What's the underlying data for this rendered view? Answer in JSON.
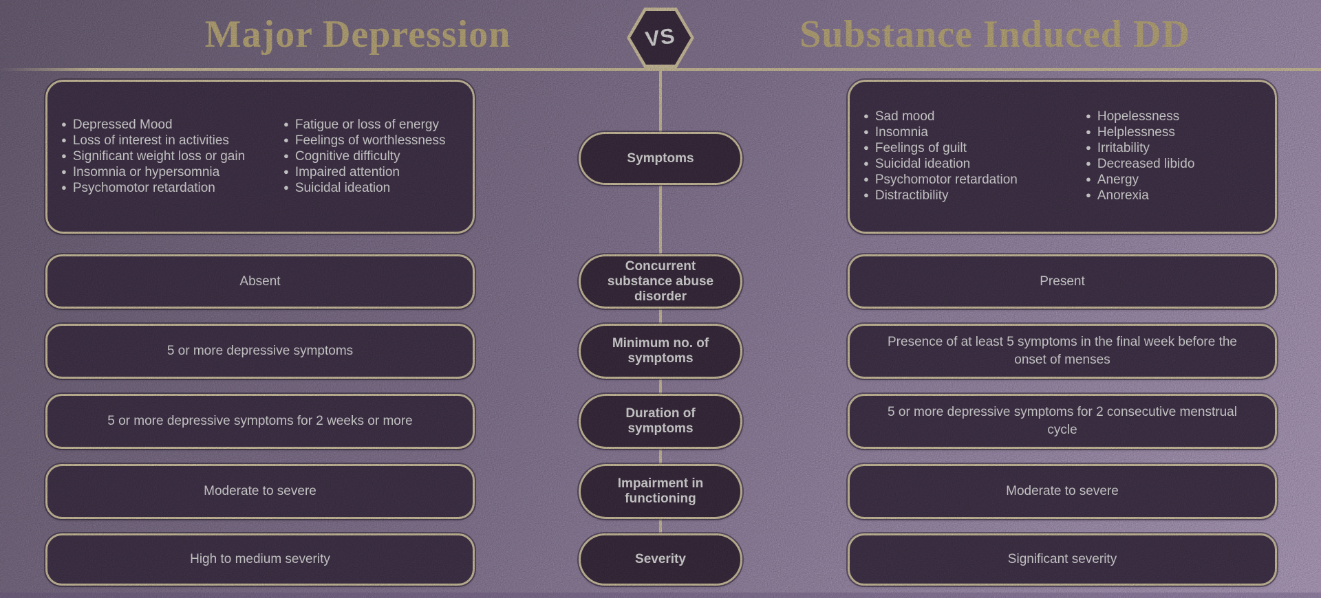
{
  "icons": {
    "bullet": "●"
  },
  "colors": {
    "background_top_left": "#7d6f88",
    "background_bottom_right": "#cfbadf",
    "panel_fill": "#4d3c57",
    "pill_fill": "#443349",
    "border_cream": "#f0e0ba",
    "line_cream": "#ecdcb4",
    "title_text": "#d8c48e",
    "body_text": "#ffffff"
  },
  "header": {
    "left_title": "Major Depression",
    "right_title": "Substance Induced DD",
    "vs_label": "VS"
  },
  "center_pills": [
    "Symptoms",
    "Concurrent substance abuse disorder",
    "Minimum no. of symptoms",
    "Duration of symptoms",
    "Impairment in functioning",
    "Severity"
  ],
  "left_panel": {
    "symptoms_col1": [
      "Depressed Mood",
      "Loss of interest in activities",
      "Significant weight loss or gain",
      "Insomnia or hypersomnia",
      "Psychomotor retardation"
    ],
    "symptoms_col2": [
      "Fatigue or loss of energy",
      "Feelings of worthlessness",
      "Cognitive difficulty",
      "Impaired attention",
      "Suicidal ideation"
    ],
    "rows": [
      "Absent",
      "5 or more depressive symptoms",
      "5 or more depressive symptoms for 2 weeks or more",
      "Moderate to severe",
      "High to medium severity"
    ]
  },
  "right_panel": {
    "symptoms_col1": [
      "Sad mood",
      "Insomnia",
      "Feelings of guilt",
      "Suicidal ideation",
      "Psychomotor retardation",
      "Distractibility"
    ],
    "symptoms_col2": [
      "Hopelessness",
      "Helplessness",
      "Irritability",
      "Decreased libido",
      "Anergy",
      "Anorexia"
    ],
    "rows": [
      "Present",
      "Presence of at least 5 symptoms in the final week before the onset of menses",
      "5 or more depressive symptoms for 2 consecutive menstrual cycle",
      "Moderate to severe",
      "Significant severity"
    ]
  }
}
